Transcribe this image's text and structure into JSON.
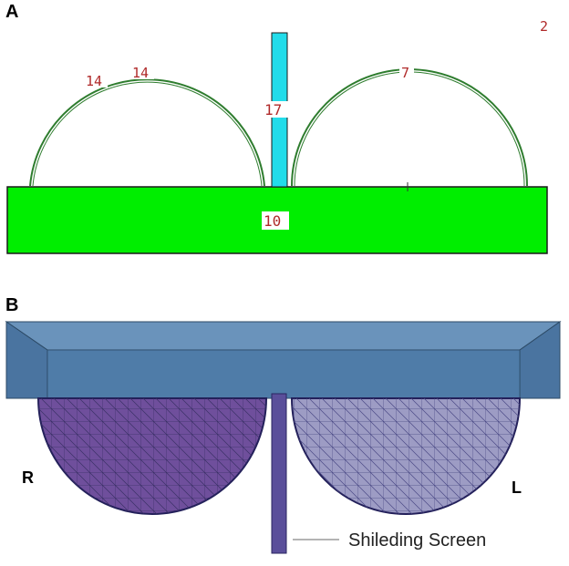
{
  "panel_a": {
    "letter": "A",
    "labels": {
      "corner": "2",
      "left_arc_1": "14",
      "left_arc_2": "14",
      "right_arc": "7",
      "screen": "17",
      "base": "10"
    },
    "colors": {
      "base": "#00ee00",
      "screen": "#22dcea",
      "arc": "#2f7d2f",
      "label": "#b02a2a"
    }
  },
  "panel_b": {
    "letter": "B",
    "side_right": "R",
    "side_left": "L",
    "screen_label": "Shileding Screen",
    "colors": {
      "box": "#4f7ca8",
      "hemisphere_right": "#6f4f9c",
      "hemisphere_left": "#9d9cc4",
      "screen": "#5a4f9a"
    }
  }
}
